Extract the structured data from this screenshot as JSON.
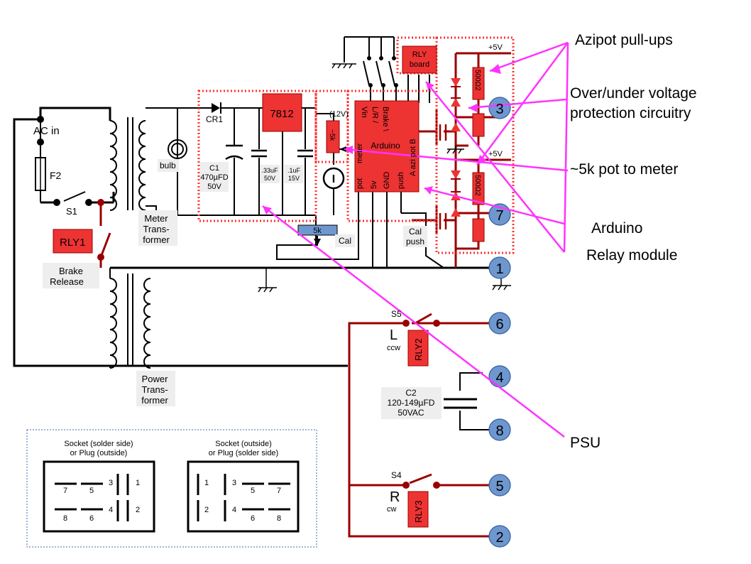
{
  "callouts": {
    "azipot": "Azipot pull-ups",
    "overunder_1": "Over/under voltage",
    "overunder_2": "protection circuitry",
    "pot": "~5k pot to meter",
    "arduino": "Arduino",
    "relay": "Relay module",
    "psu": "PSU"
  },
  "components": {
    "ac_in": "AC in",
    "f2": "F2",
    "s1": "S1",
    "rly1": "RLY1",
    "brake_1": "Brake",
    "brake_2": "Release",
    "cr1": "CR1",
    "bulb": "bulb",
    "meter_1": "Meter",
    "meter_2": "Trans-",
    "meter_3": "former",
    "power_1": "Power",
    "power_2": "Trans-",
    "power_3": "former",
    "reg": "7812",
    "c1_1": "C1",
    "c1_2": "470µFD",
    "c1_3": "50V",
    "c33_1": ".33uF",
    "c33_2": "50V",
    "c1u_1": ".1uF",
    "c1u_2": "15V",
    "v12": "(12V)",
    "pot_label": "~5k",
    "meter": "I",
    "pot5k": "5k",
    "cal": "Cal",
    "calpush_1": "Cal",
    "calpush_2": "push",
    "rly_board_1": "RLY",
    "rly_board_2": "board",
    "arduino": "Arduino",
    "ard_vin": "Vin",
    "ard_lr": "L/R /",
    "ard_brake": "Brake \\",
    "ard_meter": "meter",
    "ard_pot": "pot",
    "ard_5v": "5v",
    "ard_gnd": "GND",
    "ard_push": "push",
    "ard_apot": "A  azi pot  B",
    "plus5_a": "+5V",
    "plus5_b": "+5V",
    "r500_a": "500Ω2",
    "r500_b": "500Ω2",
    "s5": "S5",
    "l": "L",
    "ccw": "ccw",
    "rly2": "RLY2",
    "s4": "S4",
    "r": "R",
    "cw": "cw",
    "rly3": "RLY3",
    "c2_1": "C2",
    "c2_2": "120-149µFD",
    "c2_3": "50VAC"
  },
  "pins": [
    "3",
    "7",
    "1",
    "6",
    "4",
    "8",
    "5",
    "2"
  ],
  "sockets": {
    "left_title_1": "Socket (solder side)",
    "left_title_2": "or Plug (outside)",
    "right_title_1": "Socket (outside)",
    "right_title_2": "or Plug (solder side)",
    "left_pins": [
      "7",
      "5",
      "3",
      "1",
      "8",
      "6",
      "4",
      "2"
    ],
    "right_pins": [
      "1",
      "3",
      "5",
      "7",
      "2",
      "4",
      "6",
      "8"
    ]
  },
  "colors": {
    "wire_red": "#990000",
    "annotation": "#ff33ff",
    "component": "#ee3333",
    "pin": "#6f97cf"
  }
}
